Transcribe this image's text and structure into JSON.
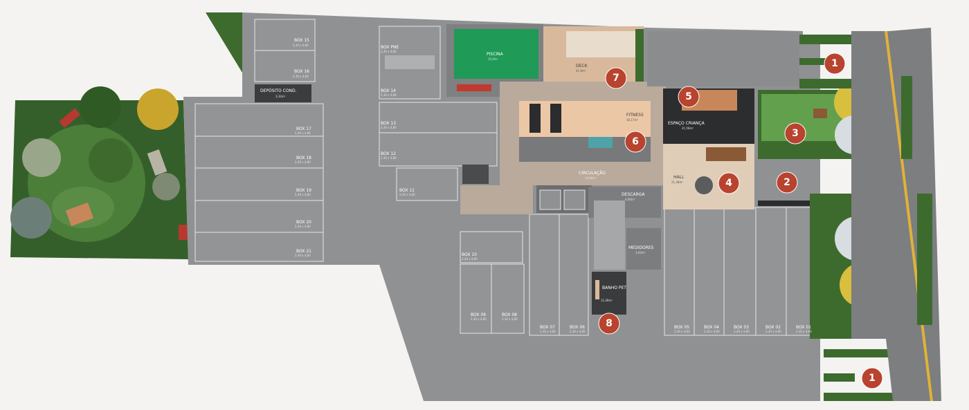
{
  "colors": {
    "floor": "#8f9193",
    "grass": "#3f6e32",
    "water": "#1f9a57",
    "wood": "#d9b99b",
    "marker": "#b8432e",
    "road": "#7c7e80",
    "curb": "#e1b237"
  },
  "boxes": [
    {
      "label": "BOX 15",
      "sub": "2,30 x 4,60"
    },
    {
      "label": "BOX 16",
      "sub": "2,30 x 4,60"
    },
    {
      "label": "BOX PNE",
      "sub": "2,30 x 4,60"
    },
    {
      "label": "BOX 14",
      "sub": "2,30 x 4,60"
    },
    {
      "label": "BOX 13",
      "sub": "2,30 x 4,60"
    },
    {
      "label": "BOX 12",
      "sub": "2,30 x 4,60"
    },
    {
      "label": "BOX 11",
      "sub": "2,30 x 4,60"
    },
    {
      "label": "BOX 17",
      "sub": "2,30 x 4,60"
    },
    {
      "label": "BOX 18",
      "sub": "2,30 x 4,60"
    },
    {
      "label": "BOX 19",
      "sub": "2,30 x 4,60"
    },
    {
      "label": "BOX 20",
      "sub": "2,30 x 4,60"
    },
    {
      "label": "BOX 21",
      "sub": "2,30 x 4,60"
    },
    {
      "label": "BOX 10",
      "sub": "2,30 x 4,60"
    },
    {
      "label": "BOX 09",
      "sub": "2,30 x 4,60"
    },
    {
      "label": "BOX 08",
      "sub": "2,30 x 4,60"
    },
    {
      "label": "BOX 07",
      "sub": "2,30 x 4,60"
    },
    {
      "label": "BOX 06",
      "sub": "2,30 x 4,60"
    },
    {
      "label": "BOX 05",
      "sub": "2,30 x 4,60"
    },
    {
      "label": "BOX 04",
      "sub": "2,30 x 4,60"
    },
    {
      "label": "BOX 03",
      "sub": "2,30 x 4,60"
    },
    {
      "label": "BOX 02",
      "sub": "2,30 x 4,60"
    },
    {
      "label": "BOX 01",
      "sub": "2,30 x 4,60"
    }
  ],
  "rooms": {
    "deposito": {
      "label": "DEPÓSITO COND.",
      "sub": "3,32m²"
    },
    "piscina": {
      "label": "PISCINA",
      "sub": "15,0m²"
    },
    "deck": {
      "label": "DECK",
      "sub": "41,9m²"
    },
    "fitness": {
      "label": "FITNESS",
      "sub": "16,17m²"
    },
    "espaco": {
      "label": "ESPAÇO CRIANÇA",
      "sub": "21,56m²"
    },
    "circulacao": {
      "label": "CIRCULAÇÃO",
      "sub": "14,94m²"
    },
    "hall": {
      "label": "HALL",
      "sub": "21,38m²"
    },
    "descarga": {
      "label": "DESCARGA",
      "sub": "4,60m²"
    },
    "medidores": {
      "label": "MEDIDORES",
      "sub": "3,03m²"
    },
    "banho": {
      "label": "BANHO PET",
      "sub": "11,28m²"
    }
  },
  "markers": [
    "1",
    "2",
    "3",
    "4",
    "5",
    "6",
    "7",
    "8",
    "1"
  ]
}
